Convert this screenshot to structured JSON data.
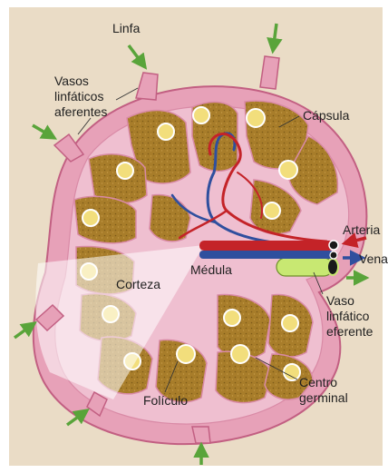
{
  "labels": {
    "linfa": "Linfa",
    "vasos_line1": "Vasos",
    "vasos_line2": "linfáticos",
    "vasos_line3": "aferentes",
    "capsula": "Cápsula",
    "arteria": "Arteria",
    "vena": "Vena",
    "medula": "Médula",
    "corteza": "Corteza",
    "vaso_eferente_line1": "Vaso",
    "vaso_eferente_line2": "linfático",
    "vaso_eferente_line3": "eferente",
    "centro_line1": "Centro",
    "centro_line2": "germinal",
    "foliculo": "Folículo"
  },
  "colors": {
    "background": "#eadcc6",
    "capsule": "#e7a1b8",
    "capsule_edge": "#c25f82",
    "cortex_tissue": "#a87d2a",
    "follicle": "#f2de7c",
    "artery": "#c42328",
    "vein": "#2f4f9e",
    "efferent_vessel": "#c8e872",
    "arrow": "#59a43a"
  }
}
